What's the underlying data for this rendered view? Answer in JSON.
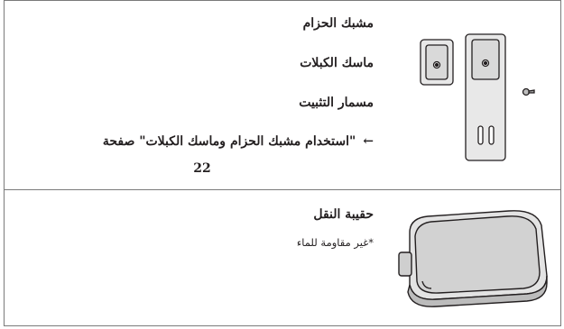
{
  "rows": [
    {
      "items": [
        {
          "label": "مشبك الحزام"
        },
        {
          "label": "ماسك الكبلات"
        },
        {
          "label": "مسمار التثبيت"
        }
      ],
      "reference": {
        "arrow": "←",
        "text": "\"استخدام مشبك الحزام وماسك الكبلات\" صفحة",
        "page": "22"
      }
    },
    {
      "title": "حقيبة النقل",
      "note": "*غير مقاومة للماء"
    }
  ]
}
